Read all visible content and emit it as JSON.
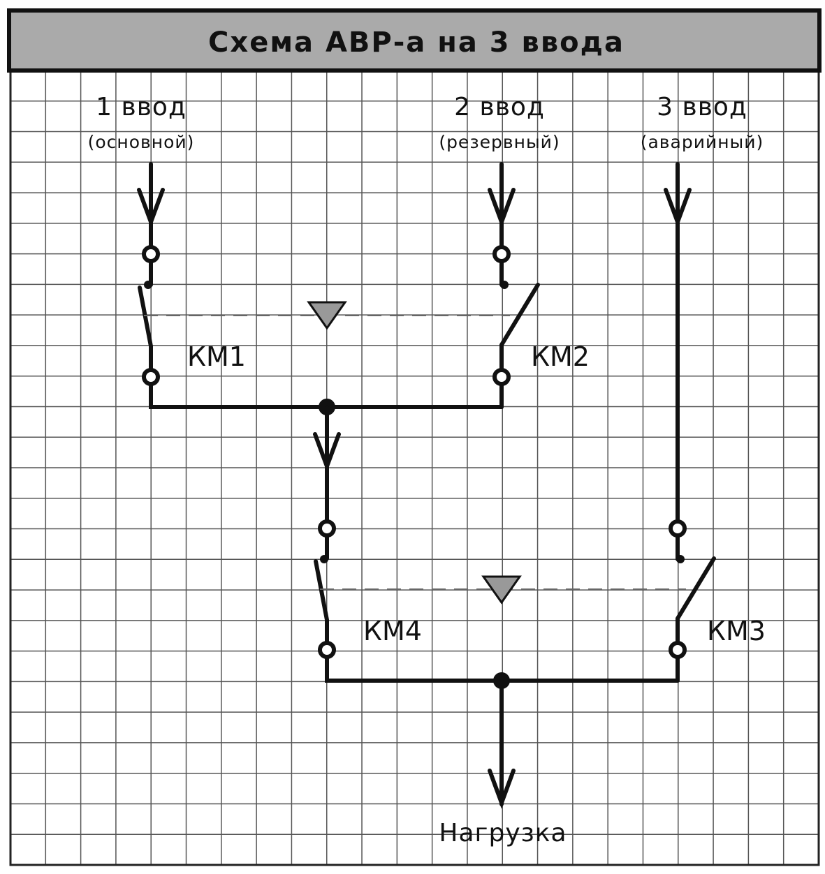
{
  "title": "Схема АВР-а на 3 ввода",
  "inputs": [
    {
      "name": "1 ввод",
      "type": "(основной)"
    },
    {
      "name": "2 ввод",
      "type": "(резервный)"
    },
    {
      "name": "3 ввод",
      "type": "(аварийный)"
    }
  ],
  "contactors": {
    "km1": "КМ1",
    "km2": "КМ2",
    "km3": "КМ3",
    "km4": "КМ4"
  },
  "load": "Нагрузка",
  "colors": {
    "header": "#aaaaaa",
    "grid": "#555555",
    "wire": "#111111",
    "interlock": "#999999"
  }
}
